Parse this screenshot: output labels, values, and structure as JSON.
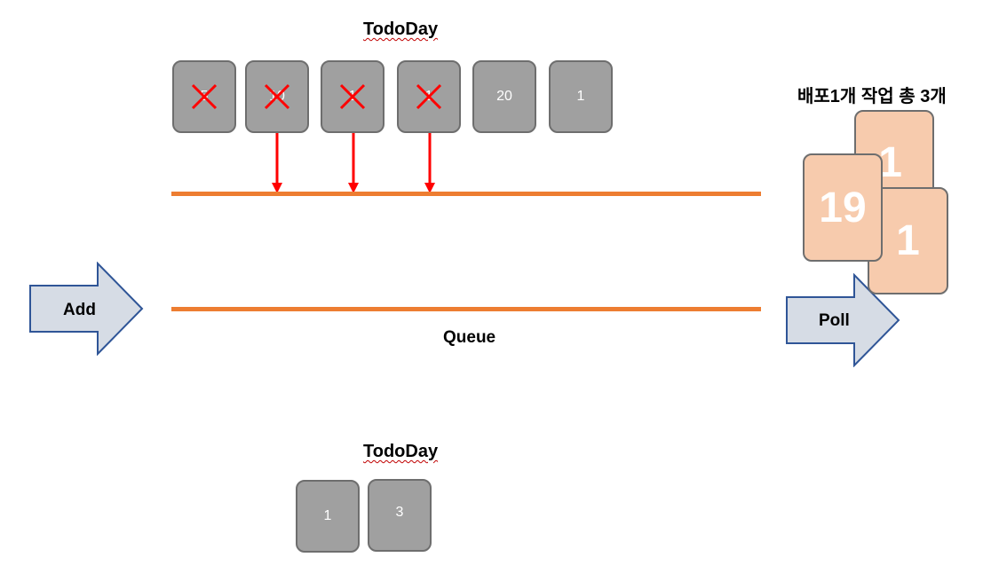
{
  "top_title": "TodoDay",
  "top_boxes": [
    {
      "value": "5",
      "crossed": true
    },
    {
      "value": "10",
      "crossed": true
    },
    {
      "value": "1",
      "crossed": true
    },
    {
      "value": "1",
      "crossed": true
    },
    {
      "value": "20",
      "crossed": false
    },
    {
      "value": "1",
      "crossed": false
    }
  ],
  "deploy_label": "배포1개 작업 총 3개",
  "deploy_cards": [
    "1",
    "19",
    "1"
  ],
  "add_label": "Add",
  "poll_label": "Poll",
  "queue_label": "Queue",
  "bottom_title": "TodoDay",
  "bottom_boxes": [
    "1",
    "3"
  ],
  "colors": {
    "queue_line": "#ed7d31",
    "cross": "#ff0000",
    "drop_arrow": "#ff0000",
    "box_fill": "#a0a0a0",
    "card_fill": "#f7cbad",
    "arrow_fill": "#d6dce5",
    "arrow_stroke": "#2f5597"
  }
}
